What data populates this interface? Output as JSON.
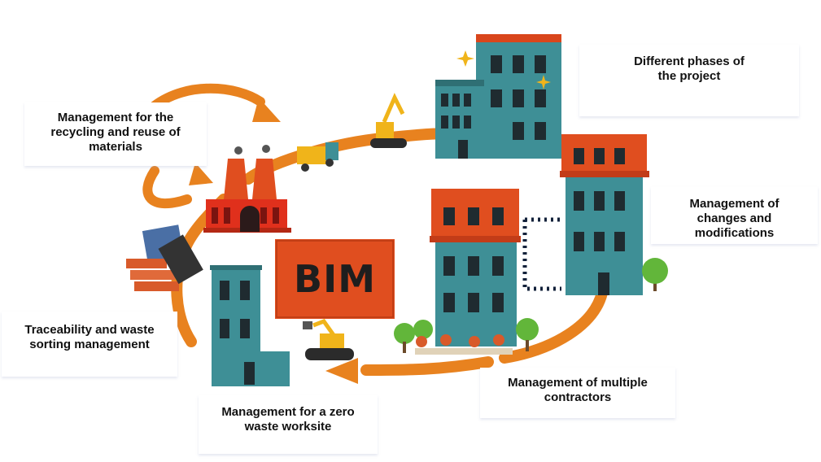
{
  "center_badge": {
    "text": "BIM"
  },
  "labels": {
    "phases": [
      "Different phases of",
      "the project"
    ],
    "recycling": [
      "Management for the",
      "recycling and reuse of",
      "materials"
    ],
    "changes": [
      "Management of",
      "changes and",
      "modifications"
    ],
    "traceability": [
      "Traceability and waste",
      "sorting management"
    ],
    "contractors": [
      "Management of multiple",
      "contractors"
    ],
    "zerowaste": [
      "Management for a zero",
      "waste worksite"
    ]
  },
  "colors": {
    "arrow_orange": "#e8821f",
    "building_teal": "#3e8f96",
    "roof_red": "#d9461c",
    "badge_red": "#e04e1f",
    "window_dark": "#1f2b30",
    "tree_green": "#62b63a"
  }
}
